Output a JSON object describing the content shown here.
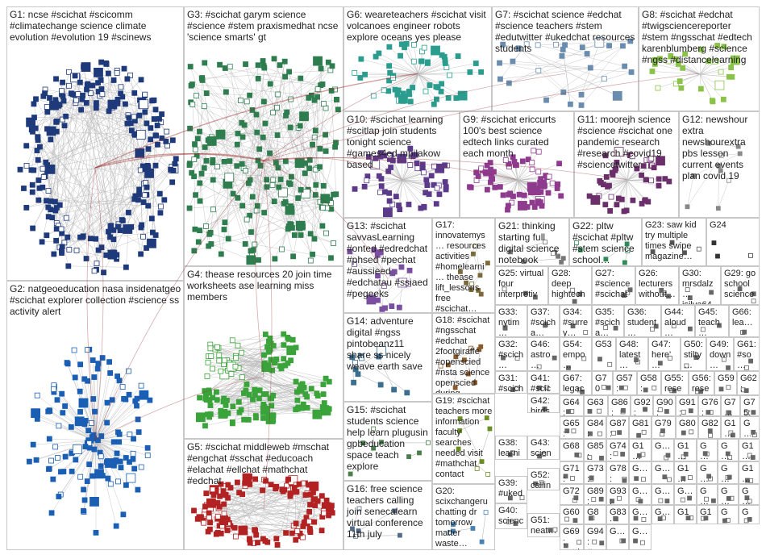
{
  "groups": [
    {
      "id": "G1",
      "label": "G1: ncse #scichat #scicomm #climatechange science climate evolution #evolution 19 #scinews",
      "color": "#1f3a7a",
      "n": 260,
      "shape": "ring"
    },
    {
      "id": "G2",
      "label": "G2: natgeoeducation nasa insidenatgeo #scichat explorer collection #science ss activity alert",
      "color": "#1a5fb4",
      "n": 140,
      "shape": "cluster"
    },
    {
      "id": "G3",
      "label": "G3: #scichat garym science #science #stem praxismedhat ncse 'science smarts' gt",
      "color": "#2e7d4f",
      "n": 220,
      "shape": "scatter"
    },
    {
      "id": "G4",
      "label": "G4: thease resources 20 join time worksheets ase learning miss members",
      "color": "#3aa33a",
      "n": 160,
      "shape": "blobs"
    },
    {
      "id": "G5",
      "label": "G5: #scichat middleweb #mschat #engchat #sschat #educoach #elachat #ellchat #mathchat #edchat",
      "color": "#b22222",
      "n": 150,
      "shape": "ring"
    },
    {
      "id": "G6",
      "label": "G6: weareteachers #scichat visit volcanoes engineer robots explore oceans yes please",
      "color": "#2a9d8f",
      "n": 60,
      "shape": "star"
    },
    {
      "id": "G7",
      "label": "G7: #scichat science #edchat #science teachers #stem #edutwitter #ukedchat resources students",
      "color": "#6a8caf",
      "n": 30,
      "shape": "scatter"
    },
    {
      "id": "G8",
      "label": "G8: #scichat #edchat #twigsciencereporter #stem #ngsschat #edtech karenblumberg #science #ngss #distancelearning",
      "color": "#8bc34a",
      "n": 30,
      "shape": "star"
    },
    {
      "id": "G9",
      "label": "G9: #scichat ericcurts 100's best science edtech links curated each month",
      "color": "#8e3b8e",
      "n": 70,
      "shape": "star"
    },
    {
      "id": "G10",
      "label": "G10: #scichat learning #scitlap join students tonight science #games4ed mpilakow based",
      "color": "#5b3a8a",
      "n": 60,
      "shape": "star"
    },
    {
      "id": "G11",
      "label": "G11: moorejh science #science #scichat one pandemic research #research #covid19 #sciencetwitter",
      "color": "#6b2f6b",
      "n": 50,
      "shape": "star"
    },
    {
      "id": "G12",
      "label": "G12: newshour extra newshourextra pbs lesson current events plan covid 19",
      "color": "#888888",
      "n": 10,
      "shape": "scatter"
    },
    {
      "id": "G13",
      "label": "G13: #scichat savvasLearning #onted #edredchat #phsed #pechat #aussieed #edchatau #ssiaed #pegeeks",
      "color": "#7a4fa0",
      "n": 20,
      "shape": "scatter"
    },
    {
      "id": "G14",
      "label": "G14: adventure digital #ngss pintobeanz11 share ss nicely weave earth save",
      "color": "#3b6e8f",
      "n": 12,
      "shape": "scatter"
    },
    {
      "id": "G15",
      "label": "G15: #scichat students science help learn plugusin gpbeducation space teach explore",
      "color": "#4a7f4a",
      "n": 8,
      "shape": "scatter"
    },
    {
      "id": "G16",
      "label": "G16: free science teachers calling join senecalearn virtual conference 11th july",
      "color": "#556b8a",
      "n": 6,
      "shape": "scatter"
    },
    {
      "id": "G17",
      "label": "G17: innovatemys… resources activities #homelearni… thease lift_lessons free #scichat…",
      "color": "#7a6a3a",
      "n": 10,
      "shape": "scatter"
    },
    {
      "id": "G18",
      "label": "G18: #scichat #ngsschat #edchat 2footgiraffe #openscied #nsta science openscied during…",
      "color": "#8a5a2a",
      "n": 10,
      "shape": "scatter"
    },
    {
      "id": "G19",
      "label": "G19: #scichat teachers more information faculty searches needed visit #mathchat contact",
      "color": "#6b8e23",
      "n": 8,
      "shape": "scatter"
    },
    {
      "id": "G20",
      "label": "G20: scixchangeru chatting dr tomorrow matter waste…",
      "color": "#4682b4",
      "n": 6,
      "shape": "scatter"
    },
    {
      "id": "G21",
      "label": "G21: thinking starting full digital science notebook next…",
      "color": "#777777",
      "n": 8,
      "shape": "scatter"
    },
    {
      "id": "G22",
      "label": "G22: pltw #scichat #pltw #stem science school…",
      "color": "#2e8b57",
      "n": 6,
      "shape": "scatter"
    },
    {
      "id": "G23",
      "label": "G23: saw kid try multiple times swipe magazine…",
      "color": "#555555",
      "n": 4,
      "shape": "scatter"
    },
    {
      "id": "G24",
      "label": "G24",
      "color": "#333333",
      "n": 3,
      "shape": "scatter"
    },
    {
      "id": "G25",
      "label": "G25: virtual four interpretiv…",
      "color": "#666666",
      "n": 3,
      "shape": "scatter"
    },
    {
      "id": "G26",
      "label": "G26: lecturers without…",
      "color": "#666666",
      "n": 3,
      "shape": "scatter"
    },
    {
      "id": "G27",
      "label": "G27: #science #scichat…",
      "color": "#666666",
      "n": 3,
      "shape": "scatter"
    },
    {
      "id": "G28",
      "label": "G28: deep hightech…",
      "color": "#666666",
      "n": 3,
      "shape": "scatter"
    },
    {
      "id": "G29",
      "label": "G29: go school science…",
      "color": "#666666",
      "n": 3,
      "shape": "scatter"
    },
    {
      "id": "G30",
      "label": "G30: mrsdalz… jsilva64…",
      "color": "#666666",
      "n": 3,
      "shape": "scatter"
    },
    {
      "id": "G31",
      "label": "G31: #scich… read…",
      "color": "#666666",
      "n": 2,
      "shape": "scatter"
    },
    {
      "id": "G32",
      "label": "G32: #scich… #kesle… testin…",
      "color": "#666666",
      "n": 2,
      "shape": "scatter"
    },
    {
      "id": "G33",
      "label": "G33: nytim… insect…",
      "color": "#666666",
      "n": 2,
      "shape": "scatter"
    },
    {
      "id": "G34",
      "label": "G34: #surrey…",
      "color": "#666666",
      "n": 2,
      "shape": "scatter"
    },
    {
      "id": "G35",
      "label": "G35: #scicha…",
      "color": "#666666",
      "n": 2,
      "shape": "scatter"
    },
    {
      "id": "G36",
      "label": "G36: student…",
      "color": "#666666",
      "n": 2,
      "shape": "scatter"
    },
    {
      "id": "G37",
      "label": "G37: #scicha…",
      "color": "#666666",
      "n": 2,
      "shape": "scatter"
    },
    {
      "id": "G38",
      "label": "G38: learni… learni…",
      "color": "#666666",
      "n": 2,
      "shape": "scatter"
    },
    {
      "id": "G39",
      "label": "G39: #uked… #uk…",
      "color": "#666666",
      "n": 2,
      "shape": "scatter"
    },
    {
      "id": "G40",
      "label": "G40: science #csk8",
      "color": "#666666",
      "n": 2,
      "shape": "scatter"
    },
    {
      "id": "G41",
      "label": "G41: #scic… #sci…",
      "color": "#666666",
      "n": 2,
      "shape": "scatter"
    },
    {
      "id": "G42",
      "label": "G42: birds, know…",
      "color": "#666666",
      "n": 2,
      "shape": "scatter"
    },
    {
      "id": "G43",
      "label": "G43: scien… bost…",
      "color": "#666666",
      "n": 2,
      "shape": "scatter"
    },
    {
      "id": "G44",
      "label": "G44: aloud…",
      "color": "#666666",
      "n": 2,
      "shape": "scatter"
    },
    {
      "id": "G45",
      "label": "G45: teach…",
      "color": "#666666",
      "n": 2,
      "shape": "scatter"
    },
    {
      "id": "G46",
      "label": "G46: astro… netn…",
      "color": "#666666",
      "n": 2,
      "shape": "scatter"
    },
    {
      "id": "G47",
      "label": "G47: here'…",
      "color": "#666666",
      "n": 2,
      "shape": "scatter"
    },
    {
      "id": "G48",
      "label": "G48: latest…",
      "color": "#666666",
      "n": 2,
      "shape": "scatter"
    },
    {
      "id": "G49",
      "label": "G49: down…",
      "color": "#666666",
      "n": 2,
      "shape": "scatter"
    },
    {
      "id": "G50",
      "label": "G50: stilty…",
      "color": "#666666",
      "n": 2,
      "shape": "scatter"
    },
    {
      "id": "G51",
      "label": "G51: neat…",
      "color": "#666666",
      "n": 2,
      "shape": "scatter"
    },
    {
      "id": "G52",
      "label": "G52: callin…",
      "color": "#666666",
      "n": 2,
      "shape": "scatter"
    },
    {
      "id": "G53",
      "label": "G53",
      "color": "#666666",
      "n": 2,
      "shape": "scatter"
    },
    {
      "id": "G54",
      "label": "G54: empo…",
      "color": "#666666",
      "n": 2,
      "shape": "scatter"
    },
    {
      "id": "G55",
      "label": "G55: rese…",
      "color": "#666666",
      "n": 2,
      "shape": "scatter"
    },
    {
      "id": "G56",
      "label": "G56: rese…",
      "color": "#666666",
      "n": 2,
      "shape": "scatter"
    },
    {
      "id": "G57",
      "label": "G57: stat…",
      "color": "#666666",
      "n": 2,
      "shape": "scatter"
    },
    {
      "id": "G58",
      "label": "G58: look…",
      "color": "#666666",
      "n": 2,
      "shape": "scatter"
    },
    {
      "id": "G59",
      "label": "G59",
      "color": "#666666",
      "n": 2,
      "shape": "scatter"
    },
    {
      "id": "G60",
      "label": "G60",
      "color": "#666666",
      "n": 2,
      "shape": "scatter"
    },
    {
      "id": "G61",
      "label": "G61: #so…",
      "color": "#666666",
      "n": 2,
      "shape": "scatter"
    },
    {
      "id": "G62",
      "label": "G62: #so…",
      "color": "#666666",
      "n": 2,
      "shape": "scatter"
    },
    {
      "id": "G63",
      "label": "G63",
      "color": "#666666",
      "n": 2,
      "shape": "scatter"
    },
    {
      "id": "G64",
      "label": "G64: learn…",
      "color": "#666666",
      "n": 2,
      "shape": "scatter"
    },
    {
      "id": "G65",
      "label": "G65: biolo…",
      "color": "#666666",
      "n": 2,
      "shape": "scatter"
    },
    {
      "id": "G66",
      "label": "G66: lea…",
      "color": "#666666",
      "n": 2,
      "shape": "scatter"
    },
    {
      "id": "G67",
      "label": "G67: legac…",
      "color": "#666666",
      "n": 2,
      "shape": "scatter"
    },
    {
      "id": "G68",
      "label": "G68",
      "color": "#666666",
      "n": 2,
      "shape": "scatter"
    },
    {
      "id": "G69",
      "label": "G69: gettin…",
      "color": "#666666",
      "n": 2,
      "shape": "scatter"
    },
    {
      "id": "G70",
      "label": "G70",
      "color": "#666666",
      "n": 2,
      "shape": "scatter"
    },
    {
      "id": "G71",
      "label": "G71: reso…",
      "color": "#666666",
      "n": 2,
      "shape": "scatter"
    },
    {
      "id": "G72",
      "label": "G72",
      "color": "#666666",
      "n": 2,
      "shape": "scatter"
    },
    {
      "id": "G73",
      "label": "G73: #tlc…",
      "color": "#666666",
      "n": 2,
      "shape": "scatter"
    },
    {
      "id": "G74",
      "label": "G74: sci…",
      "color": "#666666",
      "n": 2,
      "shape": "scatter"
    },
    {
      "id": "G75",
      "label": "G75: lea…",
      "color": "#666666",
      "n": 2,
      "shape": "scatter"
    },
    {
      "id": "G76",
      "label": "G76: fini…",
      "color": "#666666",
      "n": 2,
      "shape": "scatter"
    },
    {
      "id": "G77",
      "label": "G7…",
      "color": "#666666",
      "n": 2,
      "shape": "scatter"
    },
    {
      "id": "G78",
      "label": "G78: we'…",
      "color": "#666666",
      "n": 2,
      "shape": "scatter"
    },
    {
      "id": "G79",
      "label": "G79",
      "color": "#666666",
      "n": 2,
      "shape": "scatter"
    },
    {
      "id": "G80",
      "label": "G80",
      "color": "#666666",
      "n": 2,
      "shape": "scatter"
    },
    {
      "id": "G81",
      "label": "G81",
      "color": "#666666",
      "n": 2,
      "shape": "scatter"
    },
    {
      "id": "G82",
      "label": "G82",
      "color": "#666666",
      "n": 2,
      "shape": "scatter"
    },
    {
      "id": "G83",
      "label": "G83: #sc…",
      "color": "#666666",
      "n": 2,
      "shape": "scatter"
    },
    {
      "id": "G84",
      "label": "G84: ma…",
      "color": "#666666",
      "n": 2,
      "shape": "scatter"
    },
    {
      "id": "G85",
      "label": "G85: gre… de…",
      "color": "#666666",
      "n": 2,
      "shape": "scatter"
    },
    {
      "id": "G86",
      "label": "G86: sci…",
      "color": "#666666",
      "n": 2,
      "shape": "scatter"
    },
    {
      "id": "G87",
      "label": "G87: do…",
      "color": "#666666",
      "n": 2,
      "shape": "scatter"
    },
    {
      "id": "G88",
      "label": "G8… hel…",
      "color": "#666666",
      "n": 2,
      "shape": "scatter"
    },
    {
      "id": "G89",
      "label": "G89: sci…",
      "color": "#666666",
      "n": 2,
      "shape": "scatter"
    },
    {
      "id": "G90",
      "label": "G90: #sc…",
      "color": "#666666",
      "n": 2,
      "shape": "scatter"
    },
    {
      "id": "G91",
      "label": "G91: hey…",
      "color": "#666666",
      "n": 2,
      "shape": "scatter"
    },
    {
      "id": "G92",
      "label": "G92: wh…",
      "color": "#666666",
      "n": 2,
      "shape": "scatter"
    },
    {
      "id": "G93",
      "label": "G93: #e…",
      "color": "#666666",
      "n": 2,
      "shape": "scatter"
    },
    {
      "id": "G94",
      "label": "G94: #sc…",
      "color": "#666666",
      "n": 2,
      "shape": "scatter"
    },
    {
      "id": "G95",
      "label": "G1…",
      "color": "#666666",
      "n": 2,
      "shape": "scatter"
    },
    {
      "id": "G96",
      "label": "G…",
      "color": "#666666",
      "n": 2,
      "shape": "scatter"
    },
    {
      "id": "G97",
      "label": "G1…",
      "color": "#666666",
      "n": 2,
      "shape": "scatter"
    },
    {
      "id": "G98",
      "label": "G…",
      "color": "#666666",
      "n": 2,
      "shape": "scatter"
    },
    {
      "id": "G99",
      "label": "G1…",
      "color": "#666666",
      "n": 2,
      "shape": "scatter"
    },
    {
      "id": "G100",
      "label": "G…",
      "color": "#666666",
      "n": 2,
      "shape": "scatter"
    },
    {
      "id": "G101",
      "label": "G…",
      "color": "#666666",
      "n": 2,
      "shape": "scatter"
    },
    {
      "id": "G102",
      "label": "G1…",
      "color": "#666666",
      "n": 2,
      "shape": "scatter"
    },
    {
      "id": "G103",
      "label": "G…",
      "color": "#666666",
      "n": 2,
      "shape": "scatter"
    },
    {
      "id": "G104",
      "label": "G…",
      "color": "#666666",
      "n": 2,
      "shape": "scatter"
    },
    {
      "id": "G105",
      "label": "G1…",
      "color": "#666666",
      "n": 2,
      "shape": "scatter"
    },
    {
      "id": "G106",
      "label": "G…",
      "color": "#666666",
      "n": 2,
      "shape": "scatter"
    },
    {
      "id": "G107",
      "label": "G…",
      "color": "#666666",
      "n": 2,
      "shape": "scatter"
    },
    {
      "id": "G108",
      "label": "G1…",
      "color": "#666666",
      "n": 2,
      "shape": "scatter"
    },
    {
      "id": "G109",
      "label": "G…",
      "color": "#666666",
      "n": 2,
      "shape": "scatter"
    },
    {
      "id": "G110",
      "label": "G…",
      "color": "#666666",
      "n": 2,
      "shape": "scatter"
    },
    {
      "id": "G111",
      "label": "G…",
      "color": "#666666",
      "n": 2,
      "shape": "scatter"
    },
    {
      "id": "G112",
      "label": "G…",
      "color": "#666666",
      "n": 2,
      "shape": "scatter"
    },
    {
      "id": "G113",
      "label": "G…",
      "color": "#666666",
      "n": 2,
      "shape": "scatter"
    },
    {
      "id": "G114",
      "label": "G…",
      "color": "#666666",
      "n": 2,
      "shape": "scatter"
    },
    {
      "id": "G115",
      "label": "G…",
      "color": "#666666",
      "n": 2,
      "shape": "scatter"
    },
    {
      "id": "G116",
      "label": "G…",
      "color": "#666666",
      "n": 2,
      "shape": "scatter"
    },
    {
      "id": "G117",
      "label": "G1…",
      "color": "#666666",
      "n": 2,
      "shape": "scatter"
    },
    {
      "id": "G118",
      "label": "G1…",
      "color": "#666666",
      "n": 2,
      "shape": "scatter"
    },
    {
      "id": "G119",
      "label": "G…",
      "color": "#666666",
      "n": 2,
      "shape": "scatter"
    },
    {
      "id": "G120",
      "label": "G…",
      "color": "#666666",
      "n": 2,
      "shape": "scatter"
    },
    {
      "id": "G121",
      "label": "G…",
      "color": "#666666",
      "n": 2,
      "shape": "scatter"
    },
    {
      "id": "G122",
      "label": "G…",
      "color": "#666666",
      "n": 2,
      "shape": "scatter"
    }
  ],
  "links_color": "#9b2a2a",
  "edge_color": "#b9b9b9"
}
